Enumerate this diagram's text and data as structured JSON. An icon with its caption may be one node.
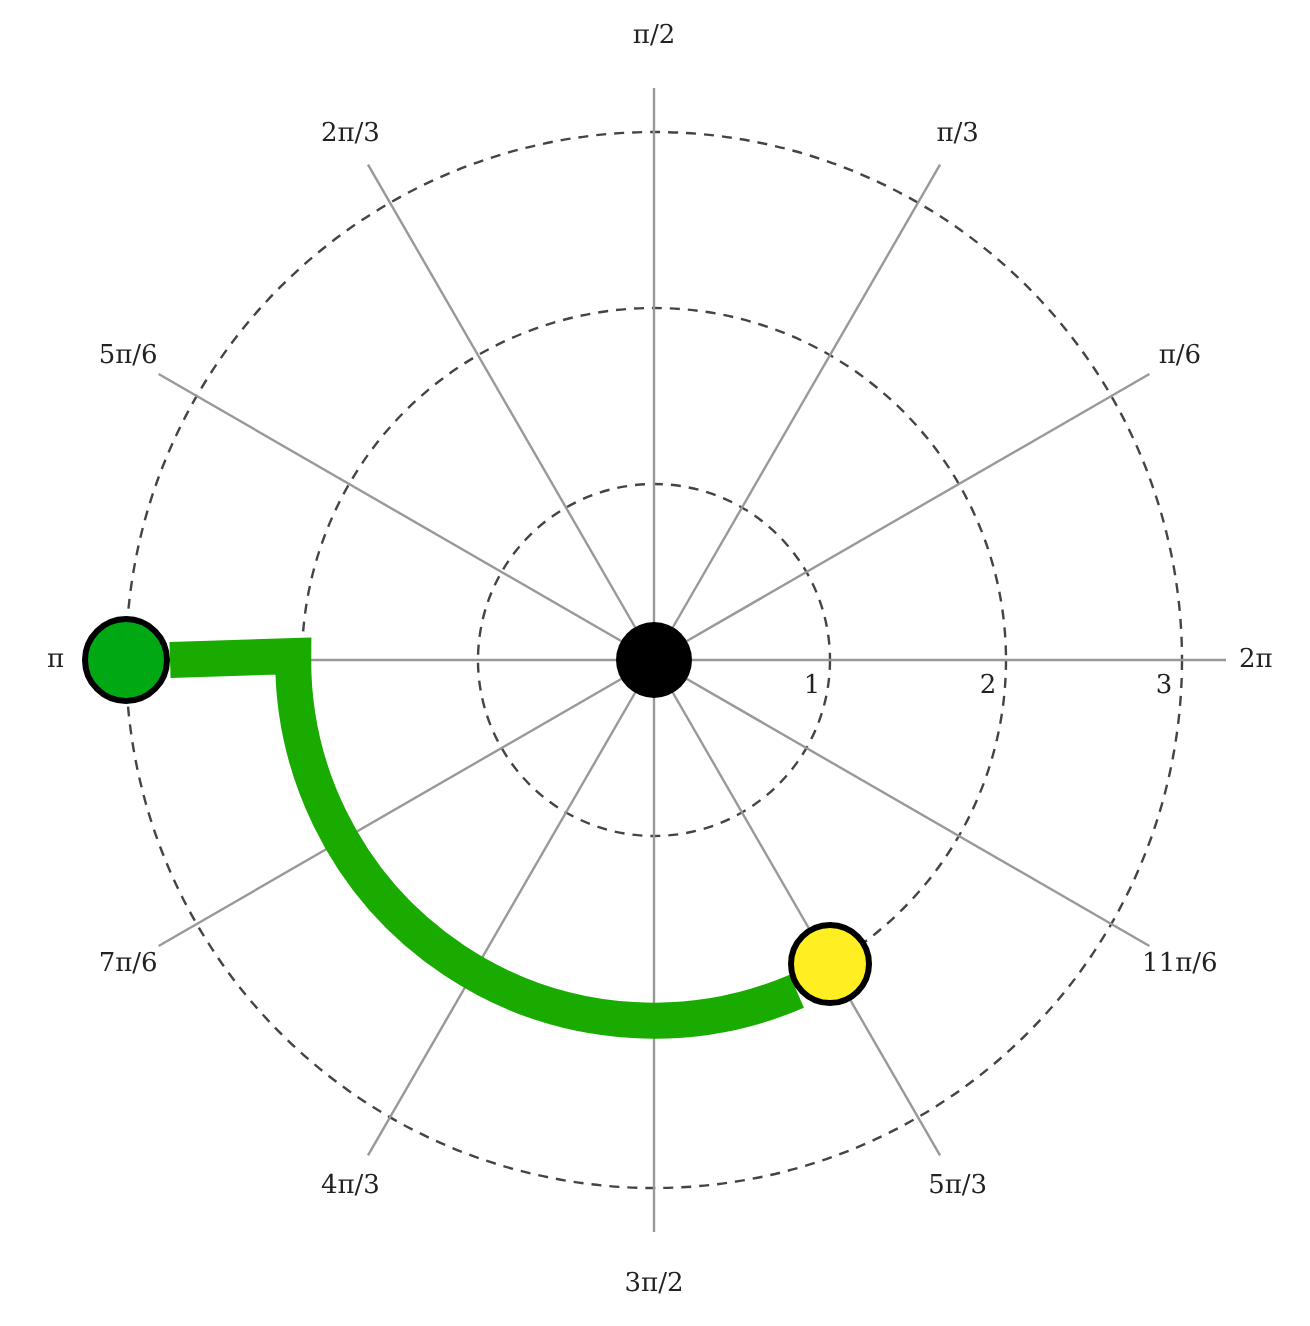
{
  "diagram": {
    "nodes": [
      {
        "text": [],
        "shape": "circle"
      },
      {
        "text": [],
        "shape": "circle"
      },
      {
        "text": [],
        "shape": "circle"
      }
    ],
    "edges": [
      {
        "from": 1,
        "to": 2,
        "arrow": "none",
        "color": "#1aab00"
      }
    ],
    "labels": [
      "π/2",
      "2π/3",
      "π/3",
      "5π/6",
      "π/6",
      "π",
      "1",
      "2",
      "3",
      "2π",
      "7π/6",
      "11π/6",
      "4π/3",
      "5π/3",
      "3π/2"
    ]
  }
}
